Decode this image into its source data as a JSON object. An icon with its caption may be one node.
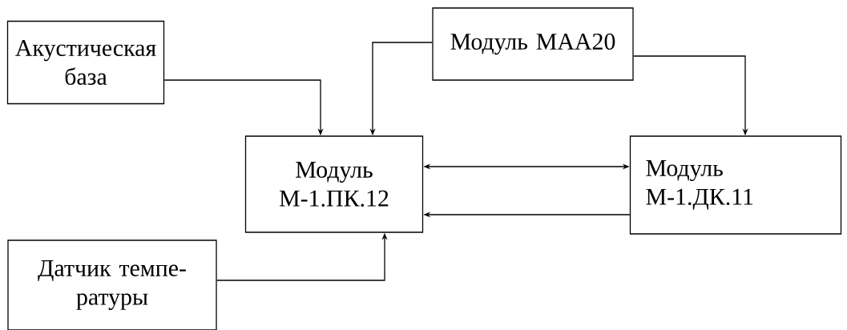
{
  "diagram": {
    "nodes": [
      {
        "text": [
          "Акустическая база"
        ]
      },
      {
        "text": [
          "Модуль МАА20"
        ]
      },
      {
        "text": [
          "Модуль М-1.ПК.12"
        ]
      },
      {
        "text": [
          "Модуль М-1.ДК.11"
        ]
      },
      {
        "text": [
          "Датчик темпе- ратуры"
        ]
      }
    ],
    "edges": [
      {
        "from": 0,
        "to": 2,
        "arrow": "to"
      },
      {
        "from": 1,
        "to": 2,
        "arrow": "to"
      },
      {
        "from": 1,
        "to": 3,
        "arrow": "to"
      },
      {
        "from": 2,
        "to": 3,
        "arrow": "both"
      },
      {
        "from": 3,
        "to": 2,
        "arrow": "to"
      },
      {
        "from": 4,
        "to": 2,
        "arrow": "to"
      }
    ]
  }
}
